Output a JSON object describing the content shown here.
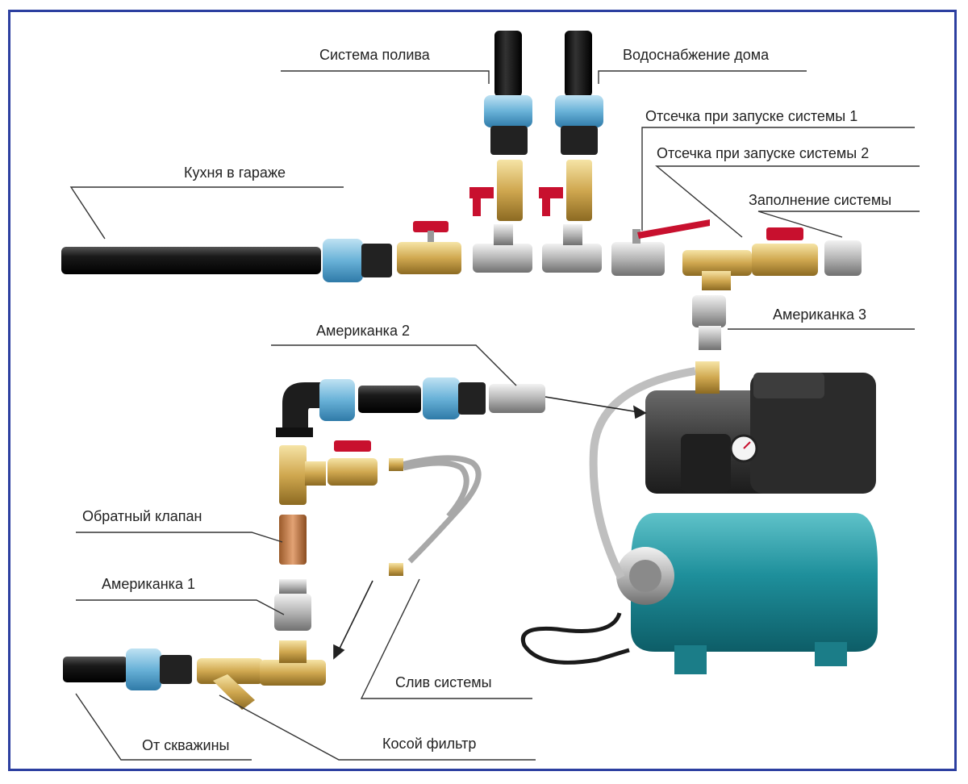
{
  "diagram": {
    "labels": {
      "irrigation": "Система полива",
      "house_supply": "Водоснабжение дома",
      "cutoff_1": "Отсечка при запуске системы 1",
      "cutoff_2": "Отсечка при запуске системы 2",
      "filling": "Заполнение системы",
      "garage_kitchen": "Кухня в гараже",
      "union_3": "Американка 3",
      "union_2": "Американка 2",
      "check_valve": "Обратный клапан",
      "union_1": "Американка 1",
      "drain": "Слив системы",
      "from_well": "От скважины",
      "y_filter": "Косой фильтр"
    }
  }
}
